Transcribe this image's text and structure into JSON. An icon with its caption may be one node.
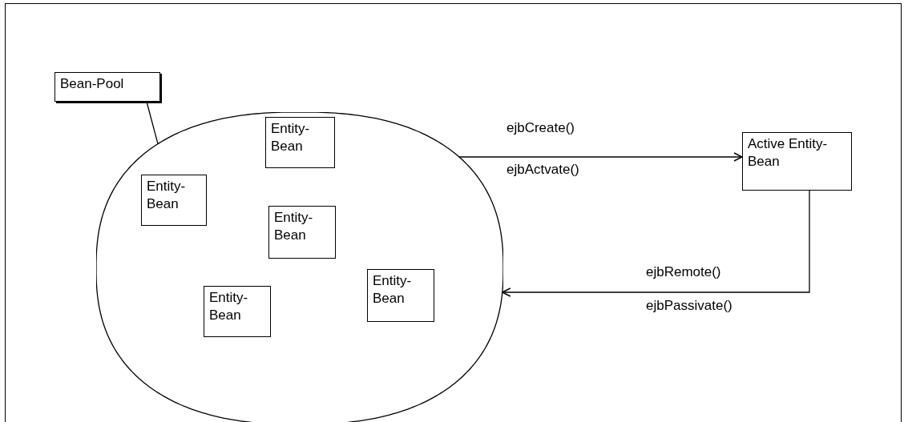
{
  "diagram": {
    "nodes": [
      {
        "text": [
          "Bean-Pool"
        ]
      },
      {
        "text": [],
        "shape": "ellipse"
      },
      {
        "text": [
          "Entity-Bean"
        ],
        "in": 1
      },
      {
        "text": [
          "Entity-Bean"
        ],
        "in": 1
      },
      {
        "text": [
          "Entity-Bean"
        ],
        "in": 1
      },
      {
        "text": [
          "Entity-Bean"
        ],
        "in": 1
      },
      {
        "text": [
          "Entity-Bean"
        ],
        "in": 1
      },
      {
        "text": [
          "Active Entity-Bean"
        ]
      }
    ],
    "edges": [
      {
        "from": 0,
        "to": 1,
        "arrow": "none"
      },
      {
        "from": 1,
        "to": 7,
        "arrow": "to",
        "label": "ejbCreate()"
      },
      {
        "from": 7,
        "to": 1,
        "arrow": "to",
        "label": "ejbRemote()"
      }
    ],
    "labels": [
      "ejbActvate()",
      "ejbPassivate()"
    ]
  }
}
